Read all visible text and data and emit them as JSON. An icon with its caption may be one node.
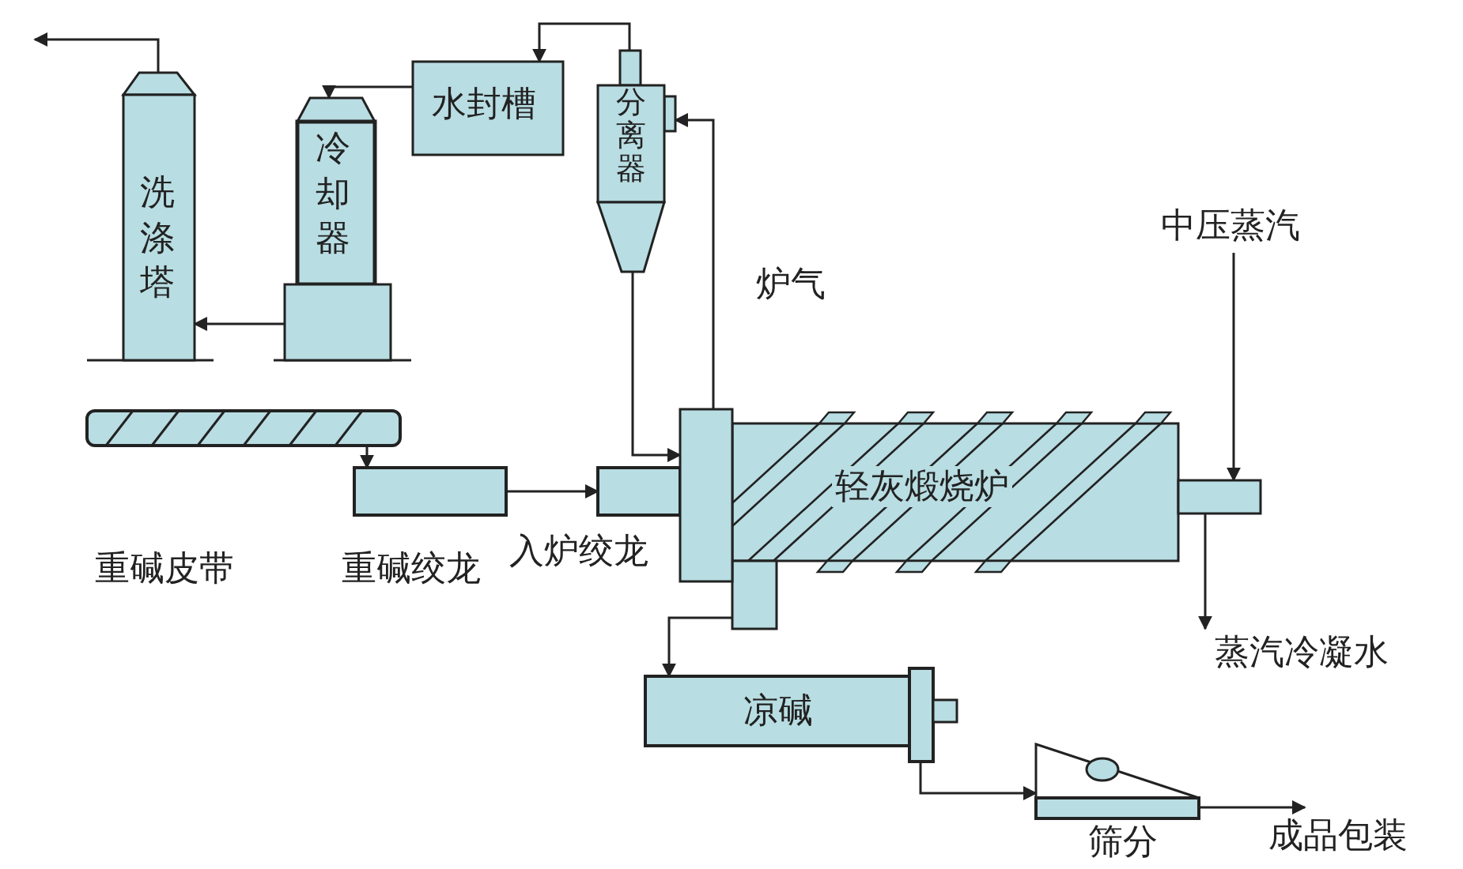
{
  "diagram": {
    "nodes": [
      {
        "text": [
          "洗涤塔"
        ]
      },
      {
        "text": [
          "冷却器"
        ]
      },
      {
        "text": [
          "水封槽"
        ]
      },
      {
        "text": [
          "分离器"
        ]
      },
      {
        "text": [],
        "shape": "bar",
        "beside": [
          "重碱皮带"
        ]
      },
      {
        "text": [],
        "shape": "box",
        "beside": [
          "重碱绞龙"
        ]
      },
      {
        "text": [],
        "shape": "box",
        "beside": [
          "入炉绞龙"
        ]
      },
      {
        "text": [
          "轻灰煅烧炉"
        ]
      },
      {
        "text": [
          "凉碱"
        ]
      },
      {
        "text": [],
        "shape": "picture",
        "beside": [
          "筛分"
        ]
      },
      {
        "text": [
          "中压蒸汽"
        ]
      },
      {
        "text": [
          "蒸汽冷凝水"
        ]
      },
      {
        "text": [
          "成品包装"
        ]
      }
    ],
    "edges": [
      {
        "from": 0,
        "to": null,
        "arrow": "to"
      },
      {
        "from": 1,
        "to": 0,
        "arrow": "to"
      },
      {
        "from": 2,
        "to": 1,
        "arrow": "to"
      },
      {
        "from": 3,
        "to": 2,
        "arrow": "to"
      },
      {
        "from": 7,
        "to": 3,
        "arrow": "to"
      },
      {
        "from": 3,
        "to": 7,
        "arrow": "to"
      },
      {
        "from": 4,
        "to": 5,
        "arrow": "to"
      },
      {
        "from": 5,
        "to": 6,
        "arrow": "to"
      },
      {
        "from": 7,
        "to": 8,
        "arrow": "to"
      },
      {
        "from": 8,
        "to": 9,
        "arrow": "to"
      },
      {
        "from": 10,
        "to": 7,
        "arrow": "to"
      },
      {
        "from": 7,
        "to": 11,
        "arrow": "to"
      },
      {
        "from": 9,
        "to": 12,
        "arrow": "to"
      }
    ],
    "labels": [
      "炉气"
    ]
  }
}
